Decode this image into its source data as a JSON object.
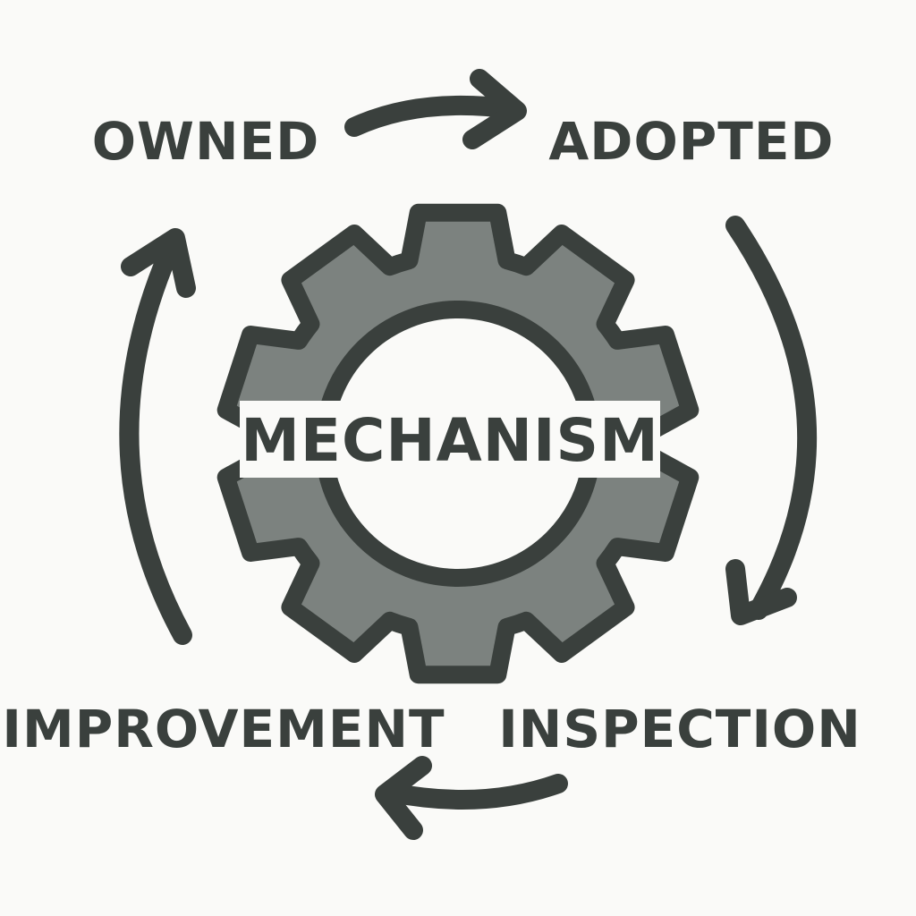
{
  "diagram": {
    "center": {
      "label": "MECHANISM"
    },
    "stages": [
      {
        "id": "owned",
        "label": "OWNED"
      },
      {
        "id": "adopted",
        "label": "ADOPTED"
      },
      {
        "id": "inspection",
        "label": "INSPECTION"
      },
      {
        "id": "improvement",
        "label": "IMPROVEMENT"
      }
    ],
    "flow": [
      {
        "from": "owned",
        "to": "adopted"
      },
      {
        "from": "adopted",
        "to": "inspection"
      },
      {
        "from": "inspection",
        "to": "improvement"
      },
      {
        "from": "improvement",
        "to": "owned"
      }
    ],
    "colors": {
      "background": "#fafaf8",
      "ink": "#3a403d",
      "gear_fill": "#7c827f"
    },
    "icons": {
      "center": "gear-icon",
      "connectors": "curved-arrow-icon"
    }
  }
}
